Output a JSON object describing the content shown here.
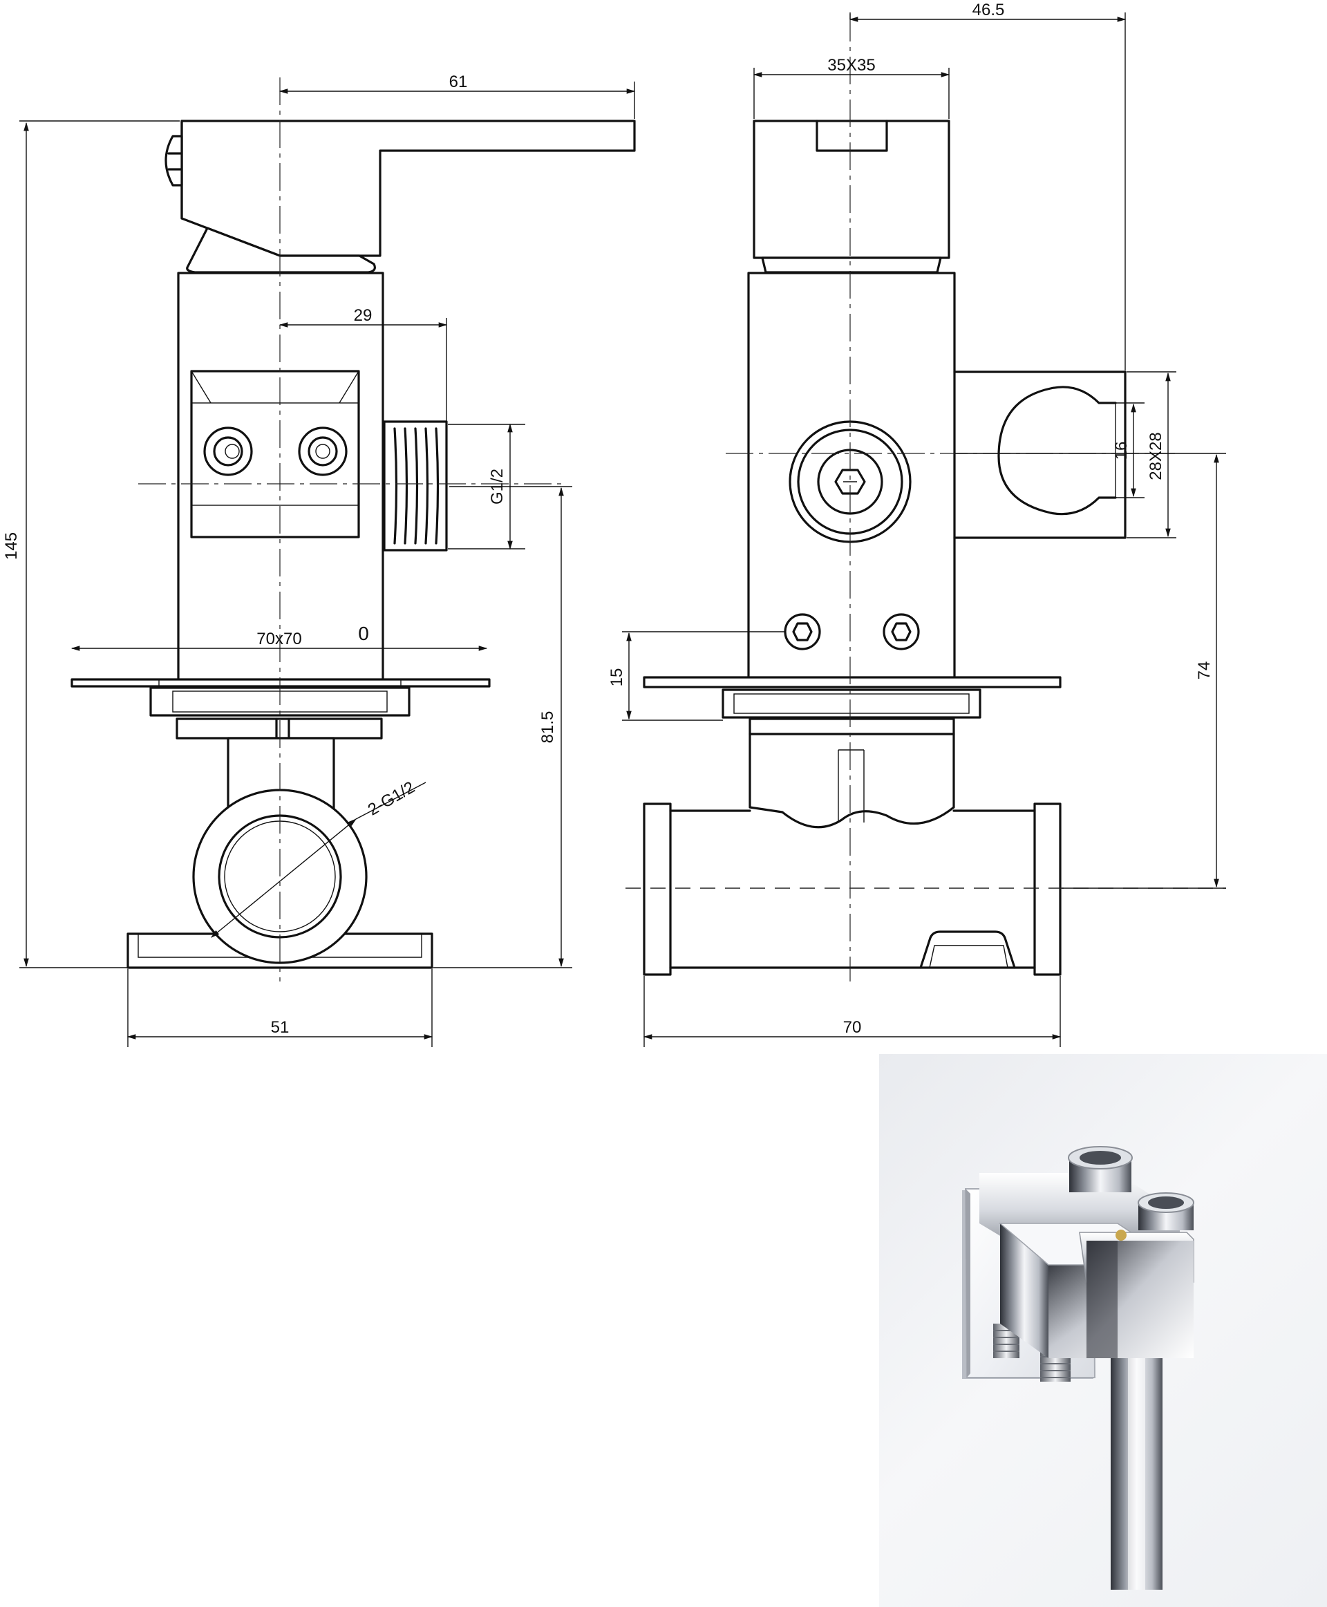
{
  "dimensions": {
    "front_view": {
      "handle_length": "61",
      "outlet_offset": "29",
      "outlet_thread": "G1/2",
      "plate_size": "70x70",
      "mark": "0",
      "inlet_thread": "2-G1/2",
      "base_width": "51",
      "total_height": "145",
      "inlet_height": "81.5"
    },
    "side_view": {
      "overall_depth": "46.5",
      "handle_block": "35X35",
      "holder_inner": "16",
      "holder_size": "28X28",
      "plate_depth": "15",
      "holder_height": "74",
      "pipe_length": "70"
    }
  },
  "photo": {
    "subject": "chrome-concealed-valve-with-shower-holder"
  },
  "colors": {
    "line": "#111111",
    "background": "#ffffff",
    "chrome_light": "#f4f5f8",
    "chrome_dark": "#3a3d44"
  }
}
